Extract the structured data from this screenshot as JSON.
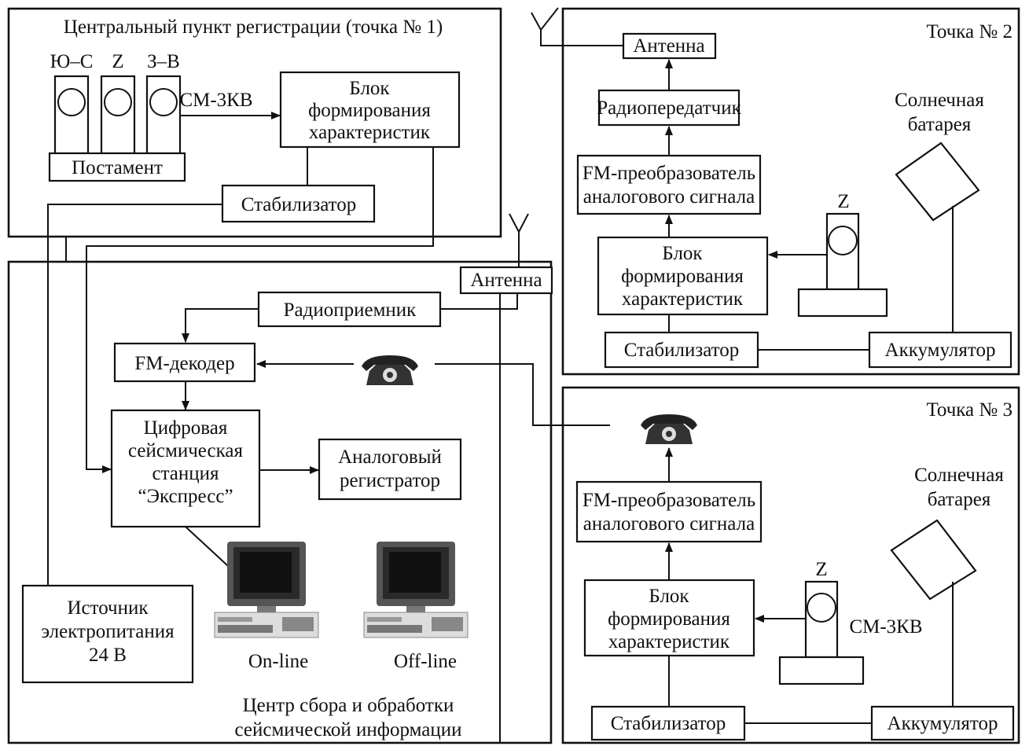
{
  "station1": {
    "title": "Центральный пункт регистрации (точка № 1)",
    "channel_ns": "Ю–С",
    "channel_z": "Z",
    "channel_ew": "З–В",
    "pedestal": "Постамент",
    "sensor_label": "СМ-3КВ",
    "char_block": [
      "Блок",
      "формирования",
      "характеристик"
    ],
    "stabilizer": "Стабилизатор"
  },
  "center": {
    "antenna": "Антенна",
    "radio_receiver": "Радиоприемник",
    "fm_decoder": "FM-декодер",
    "digital_station": [
      "Цифровая",
      "сейсмическая",
      "станция",
      "“Экспресс”"
    ],
    "analog_recorder": [
      "Аналоговый",
      "регистратор"
    ],
    "power_source": [
      "Источник",
      "электропитания",
      "24 В"
    ],
    "online": "On-line",
    "offline": "Off-line",
    "caption": [
      "Центр сбора и обработки",
      "сейсмической информации"
    ]
  },
  "station2": {
    "title": "Точка № 2",
    "antenna": "Антенна",
    "transmitter": "Радиопередатчик",
    "fm_converter": [
      "FM-преобразователь",
      "аналогового сигнала"
    ],
    "char_block": [
      "Блок",
      "формирования",
      "характеристик"
    ],
    "channel_z": "Z",
    "solar": [
      "Солнечная",
      "батарея"
    ],
    "stabilizer": "Стабилизатор",
    "battery": "Аккумулятор"
  },
  "station3": {
    "title": "Точка № 3",
    "fm_converter": [
      "FM-преобразователь",
      "аналогового сигнала"
    ],
    "char_block": [
      "Блок",
      "формирования",
      "характеристик"
    ],
    "channel_z": "Z",
    "sensor_label": "СМ-3КВ",
    "solar": [
      "Солнечная",
      "батарея"
    ],
    "stabilizer": "Стабилизатор",
    "battery": "Аккумулятор"
  }
}
